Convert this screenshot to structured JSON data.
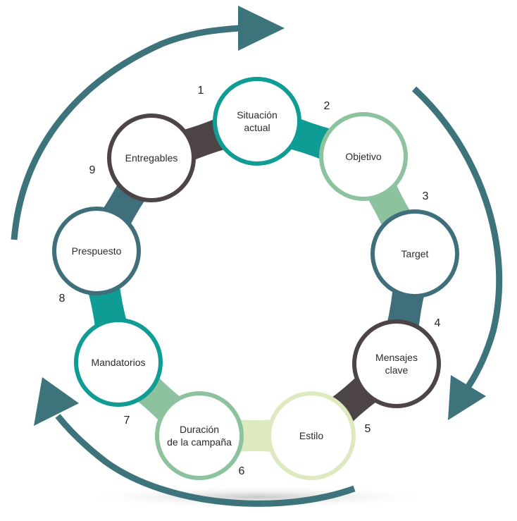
{
  "colors": {
    "arrow": "#3d737b",
    "teal": "#0f9c95",
    "sage": "#8cc29e",
    "slate": "#3f6f7a",
    "brown": "#4d4545",
    "lime": "#dde9bf"
  },
  "steps": [
    {
      "number": "1",
      "lines": [
        "Situación",
        "actual"
      ],
      "color_key": "teal"
    },
    {
      "number": "2",
      "lines": [
        "Objetivo"
      ],
      "color_key": "sage"
    },
    {
      "number": "3",
      "lines": [
        "Target"
      ],
      "color_key": "slate"
    },
    {
      "number": "4",
      "lines": [
        "Mensajes",
        "clave"
      ],
      "color_key": "brown"
    },
    {
      "number": "5",
      "lines": [
        "Estilo"
      ],
      "color_key": "lime"
    },
    {
      "number": "6",
      "lines": [
        "Duración",
        "de la campaña"
      ],
      "color_key": "sage"
    },
    {
      "number": "7",
      "lines": [
        "Mandatorios"
      ],
      "color_key": "teal"
    },
    {
      "number": "8",
      "lines": [
        "Prespuesto"
      ],
      "color_key": "slate"
    },
    {
      "number": "9",
      "lines": [
        "Entregables"
      ],
      "color_key": "brown"
    }
  ]
}
